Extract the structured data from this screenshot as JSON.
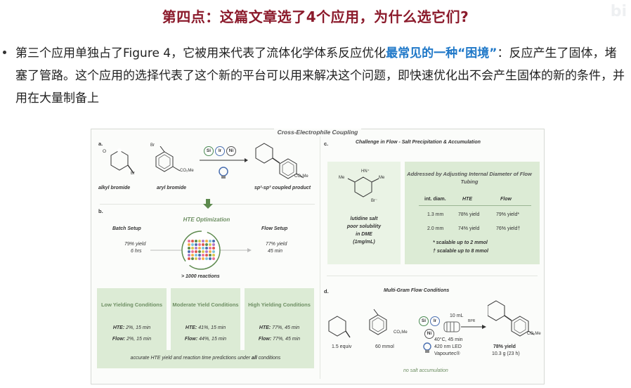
{
  "slide": {
    "title": "第四点：这篇文章选了4个应用，为什么选它们?",
    "bullet_prefix": "第三个应用单独占了Figure 4，它被用来代表了流体化学体系反应优化",
    "bullet_highlight": "最常见的一种“困境”",
    "bullet_suffix": "：反应产生了固体，堵塞了管路。这个应用的选择代表了这个新的平台可以用来解决这个问题，即快速优化出不会产生固体的新的条件，并用在大量制备上"
  },
  "figure": {
    "title": "Cross-Electrophile Coupling",
    "panel_a": {
      "label": "a.",
      "alkyl_bromide": "alkyl bromide",
      "aryl_bromide": "aryl bromide",
      "product": "sp²-sp³ coupled product",
      "br": "Br",
      "co2me": "CO₂Me",
      "catalysts": [
        "Si",
        "Ir",
        "Ni"
      ]
    },
    "panel_b": {
      "label": "b.",
      "hte_title": "HTE Optimization",
      "batch_title": "Batch Setup",
      "batch_yield": "79% yield",
      "batch_time": "6 hrs",
      "flow_title": "Flow Setup",
      "flow_yield": "77% yield",
      "flow_time": "45 min",
      "reactions": "> 1000 reactions",
      "conditions": [
        {
          "title": "Low Yielding Conditions",
          "hte": "HTE:",
          "hte_val": "2%, 15 min",
          "flow": "Flow:",
          "flow_val": "2%, 15 min"
        },
        {
          "title": "Moderate Yield Conditions",
          "hte": "HTE:",
          "hte_val": "41%, 15 min",
          "flow": "Flow:",
          "flow_val": "44%, 15 min"
        },
        {
          "title": "High Yielding Conditions",
          "hte": "HTE:",
          "hte_val": "77%, 45 min",
          "flow": "Flow:",
          "flow_val": "77%, 45 min"
        }
      ],
      "footer_pre": "accurate HTE yield and reaction time predictions under ",
      "footer_bold": "all",
      "footer_post": " conditions"
    },
    "panel_c": {
      "label": "c.",
      "title": "Challenge in Flow - Salt Precipitation & Accumulation",
      "salt_lines": [
        "lutidine salt",
        "poor solubility",
        "in DME",
        "(1mg/mL)"
      ],
      "me_left": "Me",
      "me_right": "Me",
      "nh": "H",
      "br_minus": "Br⁻",
      "table_title": "Addressed by Adjusting Internal Diameter of Flow Tubing",
      "headers": [
        "int. diam.",
        "HTE",
        "Flow"
      ],
      "rows": [
        [
          "1.3 mm",
          "78% yield",
          "79% yield*"
        ],
        [
          "2.0 mm",
          "74% yield",
          "76% yield†"
        ]
      ],
      "note1": "* scalable up to 2 mmol",
      "note2": "† scalable up to 8 mmol"
    },
    "panel_d": {
      "label": "d.",
      "title": "Multi-Gram Flow Conditions",
      "equiv": "1.5 equiv",
      "mmol": "60 mmol",
      "volume": "10 mL",
      "bpr": "BPR",
      "conditions": [
        "40°C, 45 min",
        "420 nm LED",
        "Vapourtec®"
      ],
      "yield": "78% yield",
      "mass": "10.3 g (23 h)",
      "no_salt": "no salt accumulation"
    }
  },
  "colors": {
    "title": "#8b1a2b",
    "highlight": "#1f78c8",
    "panel_green": "#dcebd5",
    "accent_green": "#6e8f63"
  }
}
